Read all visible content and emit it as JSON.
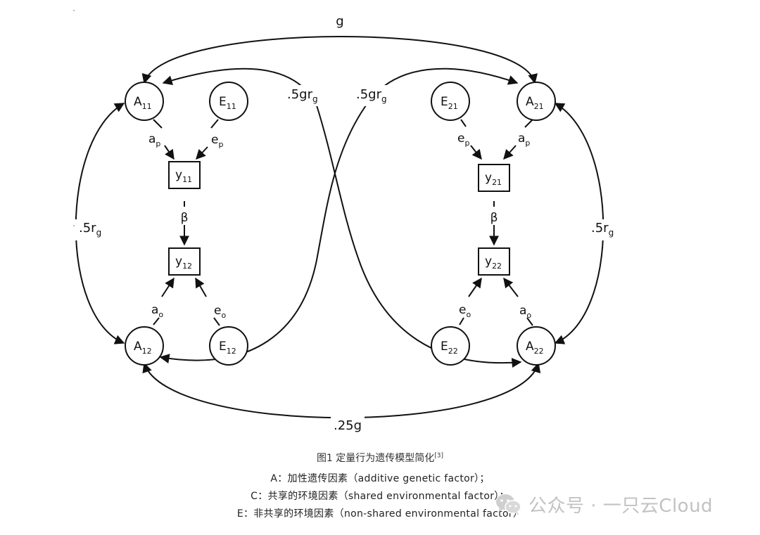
{
  "diagram": {
    "top": {
      "g": "g",
      "r": ".5gr",
      "r_sub": "g",
      "l": ".5gr",
      "l_sub": "g"
    },
    "side": {
      "left": ".5r",
      "left_sub": "g",
      "right": ".5r",
      "right_sub": "g"
    },
    "bottom": ".25g",
    "left_pair": {
      "A11": {
        "main": "A",
        "sub": "11"
      },
      "E11": {
        "main": "E",
        "sub": "11"
      },
      "y11": {
        "main": "y",
        "sub": "11"
      },
      "y12": {
        "main": "y",
        "sub": "12"
      },
      "A12": {
        "main": "A",
        "sub": "12"
      },
      "E12": {
        "main": "E",
        "sub": "12"
      },
      "ap": {
        "main": "a",
        "sub": "p"
      },
      "ep": {
        "main": "e",
        "sub": "p"
      },
      "beta": "β",
      "ao": {
        "main": "a",
        "sub": "o"
      },
      "eo": {
        "main": "e",
        "sub": "o"
      }
    },
    "right_pair": {
      "E21": {
        "main": "E",
        "sub": "21"
      },
      "A21": {
        "main": "A",
        "sub": "21"
      },
      "y21": {
        "main": "y",
        "sub": "21"
      },
      "y22": {
        "main": "y",
        "sub": "22"
      },
      "E22": {
        "main": "E",
        "sub": "22"
      },
      "A22": {
        "main": "A",
        "sub": "22"
      },
      "ep": {
        "main": "e",
        "sub": "p"
      },
      "ap": {
        "main": "a",
        "sub": "p"
      },
      "beta": "β",
      "eo": {
        "main": "e",
        "sub": "o"
      },
      "ao": {
        "main": "a",
        "sub": "o"
      }
    }
  },
  "caption": {
    "title": "图1 定量行为遗传模型简化",
    "ref": "[3]",
    "line_a": "A：加性遗传因素（additive genetic factor）；",
    "line_c": "C：共享的环境因素（shared environmental factor）；",
    "line_e": "E：非共享的环境因素（non-shared environmental factor）"
  },
  "watermark": {
    "text": "公众号 · 一只云Cloud",
    "icon": "wechat-icon"
  }
}
